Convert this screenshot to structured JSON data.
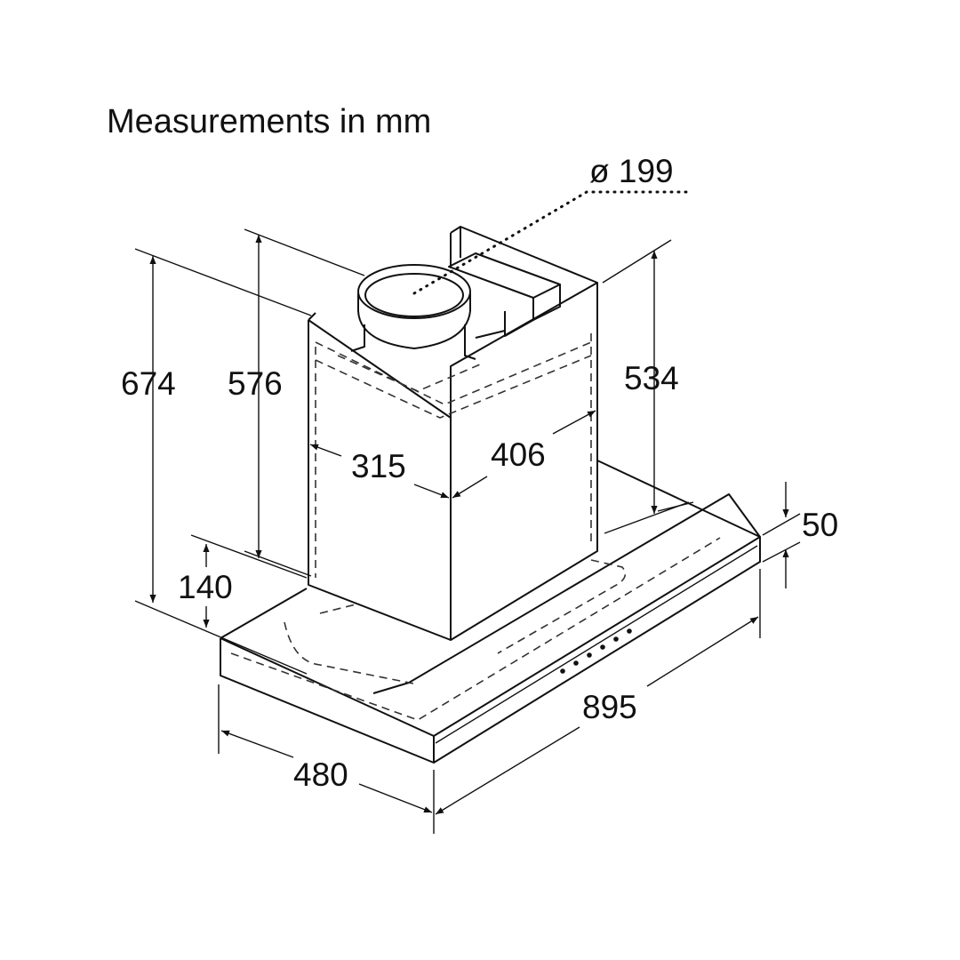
{
  "title": "Measurements in mm",
  "dimensions": {
    "duct_diameter": "ø 199",
    "total_height": "674",
    "chimney_height": "576",
    "chimney_rear_height": "534",
    "chimney_width": "315",
    "chimney_depth": "406",
    "canopy_height": "140",
    "front_panel_height": "50",
    "overall_width": "895",
    "overall_depth": "480"
  },
  "colors": {
    "line": "#111111",
    "background": "#ffffff"
  }
}
